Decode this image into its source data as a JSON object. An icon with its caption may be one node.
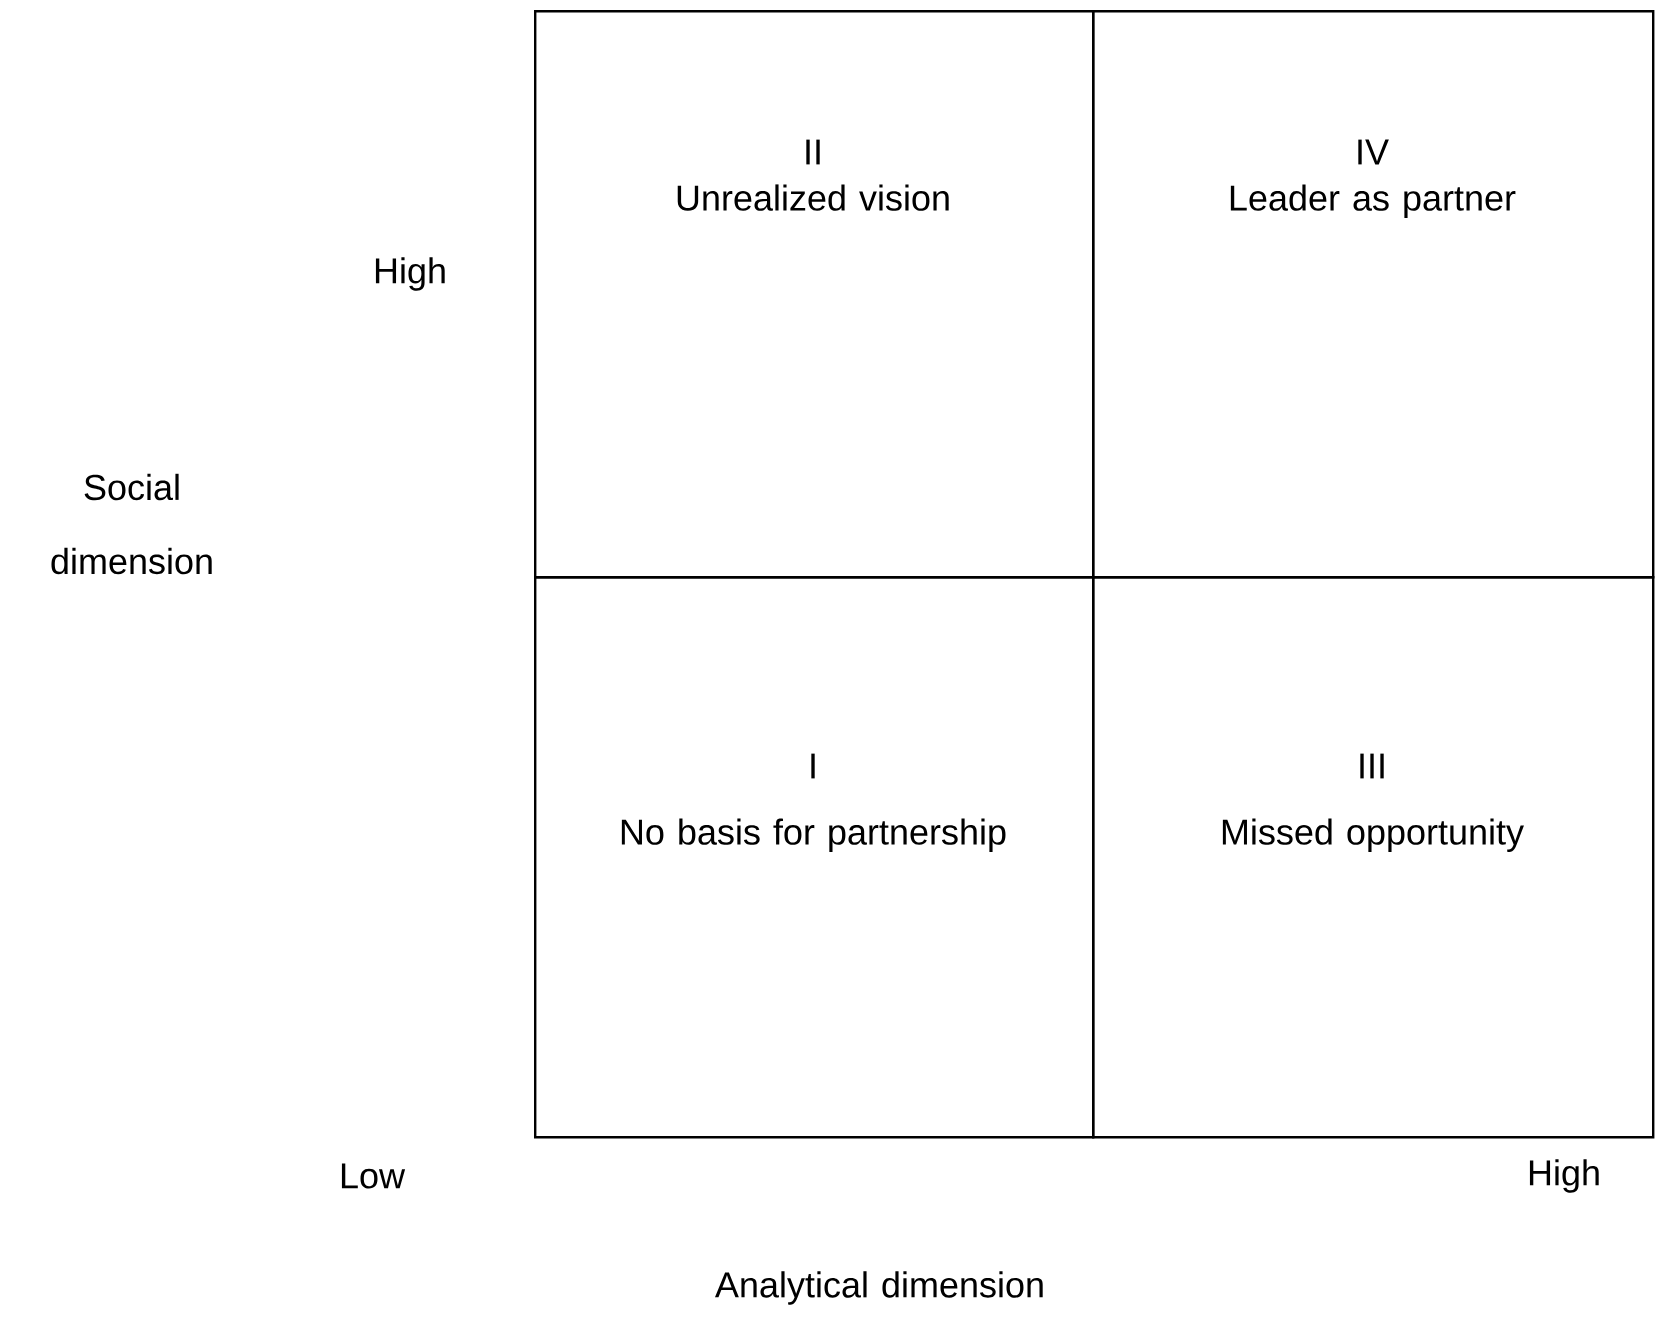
{
  "diagram": {
    "nodes": [
      {
        "text": [
          "II",
          "Unrealized vision"
        ]
      },
      {
        "text": [
          "IV",
          "Leader as partner"
        ]
      },
      {
        "text": [
          "I",
          "No basis for partnership"
        ]
      },
      {
        "text": [
          "III",
          "Missed opportunity"
        ]
      }
    ],
    "labels": [
      "High",
      "Social dimension",
      "Low",
      "High",
      "Analytical dimension"
    ]
  }
}
